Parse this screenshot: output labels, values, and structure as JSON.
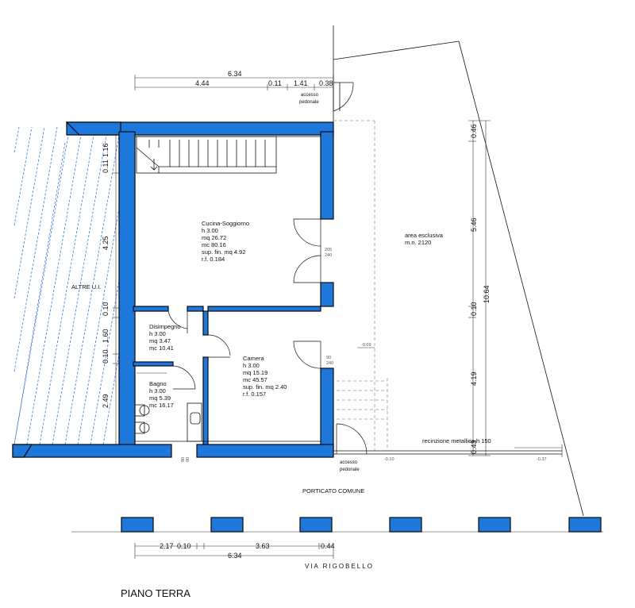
{
  "plan_title": "PIANO TERRA",
  "street": "VIA RIGOBELLO",
  "common_porch": "PORTICATO COMUNE",
  "other_units": "ALTRE U.I.",
  "top_dimensions": {
    "overall": "6.34",
    "segments": [
      "4.44",
      "0.11",
      "1.41",
      "0.38"
    ]
  },
  "bottom_dimensions": {
    "overall": "6.34",
    "segments": [
      "2.17",
      "0.10",
      "3.63",
      "0.44"
    ]
  },
  "left_dimensions": [
    "0.11",
    "1.16",
    "4.25",
    "0.10",
    "1.60",
    "0.10",
    "2.49"
  ],
  "right_dimensions": {
    "overall": "10.64",
    "segments": [
      "0.46",
      "5.46",
      "0.10",
      "4.19",
      "0.43"
    ]
  },
  "rooms": {
    "kitchen": {
      "name": "Cucina-Soggiorno",
      "height": "h 3.00",
      "area": "mq 26.72",
      "volume": "mc 80.16",
      "window_area": "sup. fin. mq 4.92",
      "ratio": "r.f. 0.184"
    },
    "hall": {
      "name": "Disimpegno",
      "height": "h 3.00",
      "area": "mq 3.47",
      "volume": "mc 10.41"
    },
    "bath": {
      "name": "Bagno",
      "height": "h 3.00",
      "area": "mq 5.39",
      "volume": "mc 16.17"
    },
    "bedroom": {
      "name": "Camera",
      "height": "h 3.00",
      "area": "mq 15.19",
      "volume": "mc 45.57",
      "window_area": "sup. fin. mq 2.40",
      "ratio": "r.f. 0.157"
    }
  },
  "exclusive_area": {
    "label": "area esclusiva",
    "code": "m.n. 2120"
  },
  "entrances": {
    "top": [
      "accesso",
      "pedonale"
    ],
    "bottom": [
      "accesso",
      "pedonale"
    ]
  },
  "fence_label": "recinzione metallica h 150",
  "openings": {
    "kitchen_window": [
      "205",
      "240"
    ],
    "bedroom_window": [
      "90",
      "240"
    ],
    "bath_window": [
      "80",
      "80"
    ]
  },
  "levels": [
    "-0.09",
    "-0.10",
    "-0.37"
  ]
}
